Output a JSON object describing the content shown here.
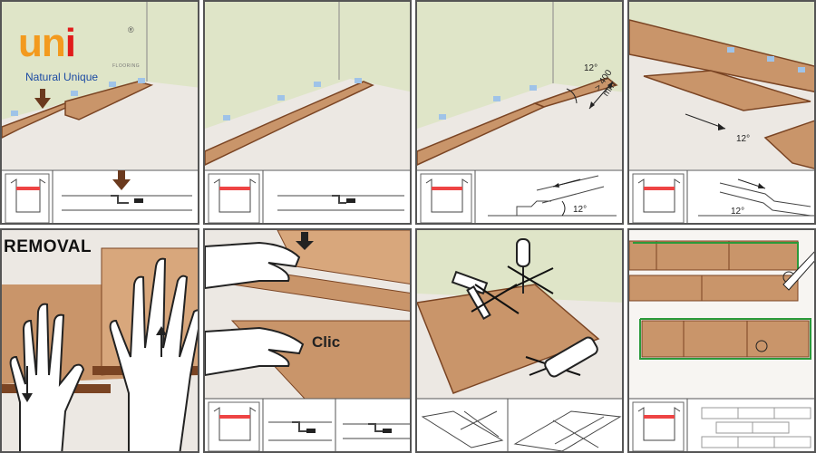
{
  "brand": {
    "logo_text_prefix": "un",
    "logo_text_i": "i",
    "registered": "®",
    "tagline": "Natural Unique",
    "sub_brand": "FLOORING"
  },
  "labels": {
    "angle_a": "12°",
    "angle_b": "12°",
    "angle_c": "12°",
    "angle_d": "12°",
    "distance": "> 400 mm",
    "removal": "REMOVAL",
    "clic": "Clic"
  },
  "colors": {
    "wall": "#dfe5c8",
    "floor": "#ece8e3",
    "plank": "#c9956a",
    "plank_edge": "#7a4423",
    "arrow_brown": "#6b3a1e",
    "spacer": "#9fc3e8",
    "logo_orange": "#f39a1e",
    "logo_red": "#e11b1b",
    "tagline_blue": "#1b4aa3"
  }
}
